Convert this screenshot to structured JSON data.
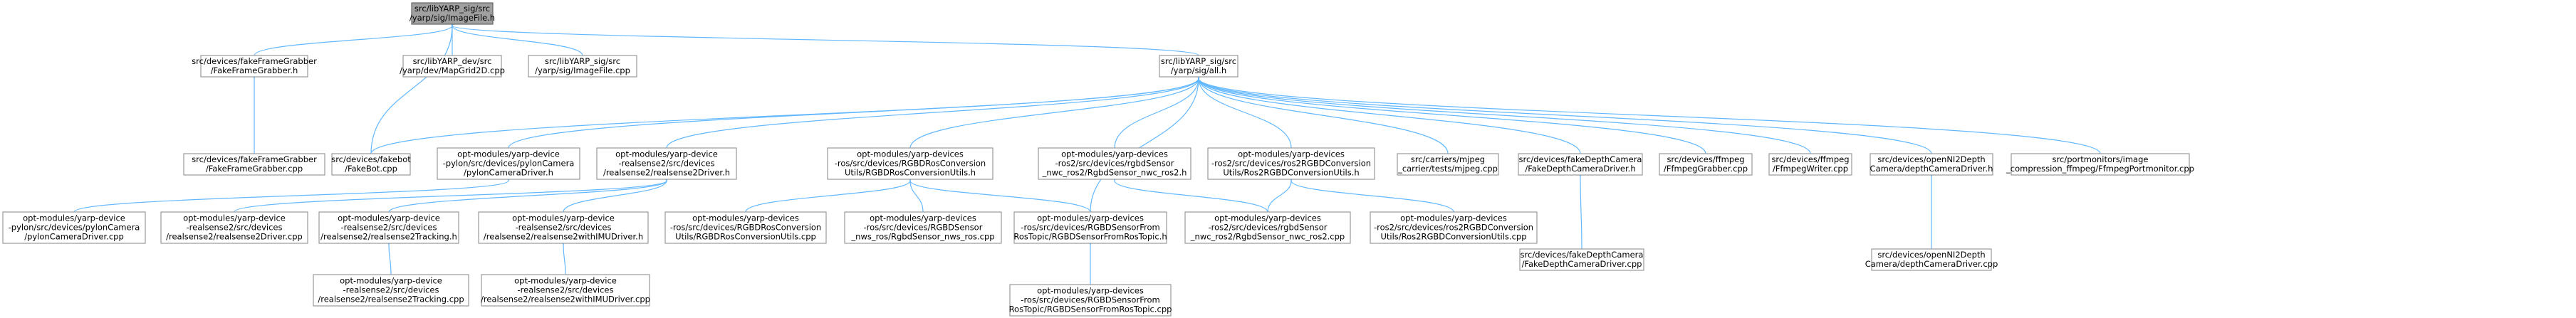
{
  "graph": {
    "nodes": [
      {
        "id": "n0",
        "lines": [
          "src/libYARP_sig/src",
          "/yarp/sig/ImageFile.h"
        ],
        "root": true
      },
      {
        "id": "n1",
        "lines": [
          "src/devices/fakeFrameGrabber",
          "/FakeFrameGrabber.h"
        ]
      },
      {
        "id": "n2",
        "lines": [
          "src/libYARP_dev/src",
          "/yarp/dev/MapGrid2D.cpp"
        ]
      },
      {
        "id": "n3",
        "lines": [
          "src/libYARP_sig/src",
          "/yarp/sig/ImageFile.cpp"
        ]
      },
      {
        "id": "n4",
        "lines": [
          "src/libYARP_sig/src",
          "/yarp/sig/all.h"
        ]
      },
      {
        "id": "n5",
        "lines": [
          "src/devices/fakeFrameGrabber",
          "/FakeFrameGrabber.cpp"
        ]
      },
      {
        "id": "n6",
        "lines": [
          "src/devices/fakebot",
          "/FakeBot.cpp"
        ]
      },
      {
        "id": "n7",
        "lines": [
          "opt-modules/yarp-device",
          "-pylon/src/devices/pylonCamera",
          "/pylonCameraDriver.h"
        ]
      },
      {
        "id": "n8",
        "lines": [
          "opt-modules/yarp-device",
          "-realsense2/src/devices",
          "/realsense2/realsense2Driver.h"
        ]
      },
      {
        "id": "n9",
        "lines": [
          "opt-modules/yarp-devices",
          "-ros/src/devices/RGBDRosConversion",
          "Utils/RGBDRosConversionUtils.h"
        ]
      },
      {
        "id": "n10",
        "lines": [
          "opt-modules/yarp-devices",
          "-ros2/src/devices/rgbdSensor",
          "_nwc_ros2/RgbdSensor_nwc_ros2.h"
        ]
      },
      {
        "id": "n11",
        "lines": [
          "opt-modules/yarp-devices",
          "-ros2/src/devices/ros2RGBDConversion",
          "Utils/Ros2RGBDConversionUtils.h"
        ]
      },
      {
        "id": "n12",
        "lines": [
          "src/carriers/mjpeg",
          "_carrier/tests/mjpeg.cpp"
        ]
      },
      {
        "id": "n13",
        "lines": [
          "src/devices/fakeDepthCamera",
          "/FakeDepthCameraDriver.h"
        ]
      },
      {
        "id": "n14",
        "lines": [
          "src/devices/ffmpeg",
          "/FfmpegGrabber.cpp"
        ]
      },
      {
        "id": "n15",
        "lines": [
          "src/devices/ffmpeg",
          "/FfmpegWriter.cpp"
        ]
      },
      {
        "id": "n16",
        "lines": [
          "src/devices/openNI2Depth",
          "Camera/depthCameraDriver.h"
        ]
      },
      {
        "id": "n17",
        "lines": [
          "src/portmonitors/image",
          "_compression_ffmpeg/FfmpegPortmonitor.cpp"
        ]
      },
      {
        "id": "n18",
        "lines": [
          "opt-modules/yarp-device",
          "-pylon/src/devices/pylonCamera",
          "/pylonCameraDriver.cpp"
        ]
      },
      {
        "id": "n19",
        "lines": [
          "opt-modules/yarp-device",
          "-realsense2/src/devices",
          "/realsense2/realsense2Driver.cpp"
        ]
      },
      {
        "id": "n20",
        "lines": [
          "opt-modules/yarp-device",
          "-realsense2/src/devices",
          "/realsense2/realsense2Tracking.h"
        ]
      },
      {
        "id": "n21",
        "lines": [
          "opt-modules/yarp-device",
          "-realsense2/src/devices",
          "/realsense2/realsense2withIMUDriver.h"
        ]
      },
      {
        "id": "n22",
        "lines": [
          "opt-modules/yarp-devices",
          "-ros/src/devices/RGBDRosConversion",
          "Utils/RGBDRosConversionUtils.cpp"
        ]
      },
      {
        "id": "n23",
        "lines": [
          "opt-modules/yarp-devices",
          "-ros/src/devices/RGBDSensor",
          "_nws_ros/RgbdSensor_nws_ros.cpp"
        ]
      },
      {
        "id": "n24",
        "lines": [
          "opt-modules/yarp-devices",
          "-ros/src/devices/RGBDSensorFrom",
          "RosTopic/RGBDSensorFromRosTopic.h"
        ]
      },
      {
        "id": "n25",
        "lines": [
          "opt-modules/yarp-devices",
          "-ros2/src/devices/rgbdSensor",
          "_nwc_ros2/RgbdSensor_nwc_ros2.cpp"
        ]
      },
      {
        "id": "n26",
        "lines": [
          "opt-modules/yarp-devices",
          "-ros2/src/devices/ros2RGBDConversion",
          "Utils/Ros2RGBDConversionUtils.cpp"
        ]
      },
      {
        "id": "n27",
        "lines": [
          "src/devices/fakeDepthCamera",
          "/FakeDepthCameraDriver.cpp"
        ]
      },
      {
        "id": "n28",
        "lines": [
          "src/devices/openNI2Depth",
          "Camera/depthCameraDriver.cpp"
        ]
      },
      {
        "id": "n29",
        "lines": [
          "opt-modules/yarp-device",
          "-realsense2/src/devices",
          "/realsense2/realsense2Tracking.cpp"
        ]
      },
      {
        "id": "n30",
        "lines": [
          "opt-modules/yarp-device",
          "-realsense2/src/devices",
          "/realsense2/realsense2withIMUDriver.cpp"
        ]
      },
      {
        "id": "n31",
        "lines": [
          "opt-modules/yarp-devices",
          "-ros/src/devices/RGBDSensorFrom",
          "RosTopic/RGBDSensorFromRosTopic.cpp"
        ]
      }
    ],
    "edges": [
      [
        "n0",
        "n1"
      ],
      [
        "n0",
        "n2"
      ],
      [
        "n0",
        "n3"
      ],
      [
        "n0",
        "n4"
      ],
      [
        "n0",
        "n6"
      ],
      [
        "n1",
        "n5"
      ],
      [
        "n4",
        "n6"
      ],
      [
        "n4",
        "n7"
      ],
      [
        "n4",
        "n8"
      ],
      [
        "n4",
        "n9"
      ],
      [
        "n4",
        "n10"
      ],
      [
        "n4",
        "n11"
      ],
      [
        "n4",
        "n12"
      ],
      [
        "n4",
        "n13"
      ],
      [
        "n4",
        "n14"
      ],
      [
        "n4",
        "n15"
      ],
      [
        "n4",
        "n16"
      ],
      [
        "n4",
        "n17"
      ],
      [
        "n4",
        "n24"
      ],
      [
        "n7",
        "n18"
      ],
      [
        "n8",
        "n19"
      ],
      [
        "n8",
        "n20"
      ],
      [
        "n8",
        "n21"
      ],
      [
        "n9",
        "n22"
      ],
      [
        "n9",
        "n23"
      ],
      [
        "n9",
        "n24"
      ],
      [
        "n10",
        "n25"
      ],
      [
        "n11",
        "n26"
      ],
      [
        "n11",
        "n25"
      ],
      [
        "n13",
        "n27"
      ],
      [
        "n16",
        "n28"
      ],
      [
        "n20",
        "n29"
      ],
      [
        "n21",
        "n30"
      ],
      [
        "n24",
        "n31"
      ]
    ],
    "colors": {
      "edge": "#63b8ff",
      "node_border": "#999999",
      "root_fill": "#a0a0a0"
    }
  }
}
